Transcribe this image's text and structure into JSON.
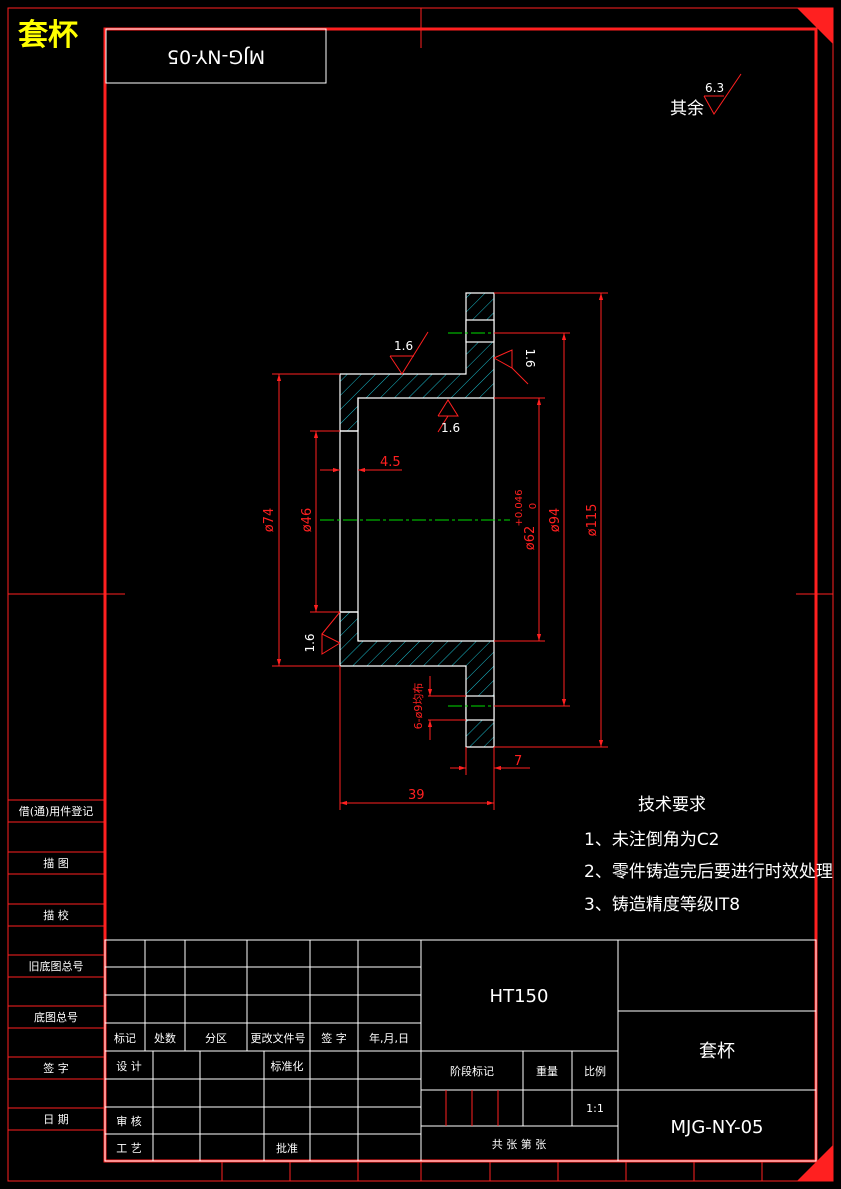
{
  "corner_title": "套杯",
  "mirror_code": "MJG-NY-05",
  "roughness_default": {
    "label": "其余",
    "value": "6.3"
  },
  "roughness_marks": [
    "1.6",
    "1.6",
    "1.6",
    "1.6"
  ],
  "dimensions": {
    "d74": "ø74",
    "d46": "ø46",
    "d62": "ø62",
    "d62_tol_top": "+0.046",
    "d62_tol_bot": "0",
    "d94": "ø94",
    "d115": "ø115",
    "w4_5": "4.5",
    "holes": "6-ø9均布",
    "w39": "39",
    "w7": "7"
  },
  "tech_req": {
    "title": "技术要求",
    "items": [
      "1、未注倒角为C2",
      "2、零件铸造完后要进行时效处理",
      "3、铸造精度等级IT8"
    ]
  },
  "left_column": [
    "借(通)用件登记",
    "描  图",
    "描  校",
    "旧底图总号",
    "底图总号",
    "签  字",
    "日  期"
  ],
  "title_block": {
    "material": "HT150",
    "part_name": "套杯",
    "drawing_no": "MJG-NY-05",
    "header_cols": [
      "标记",
      "处数",
      "分区",
      "更改文件号",
      "签  字",
      "年,月,日"
    ],
    "design": "设 计",
    "standard": "标准化",
    "review": "审 核",
    "craft": "工 艺",
    "approve": "批准",
    "stage_mark": "阶段标记",
    "weight": "重量",
    "scale_label": "比例",
    "scale": "1:1",
    "sheets": "共   张   第   张"
  }
}
